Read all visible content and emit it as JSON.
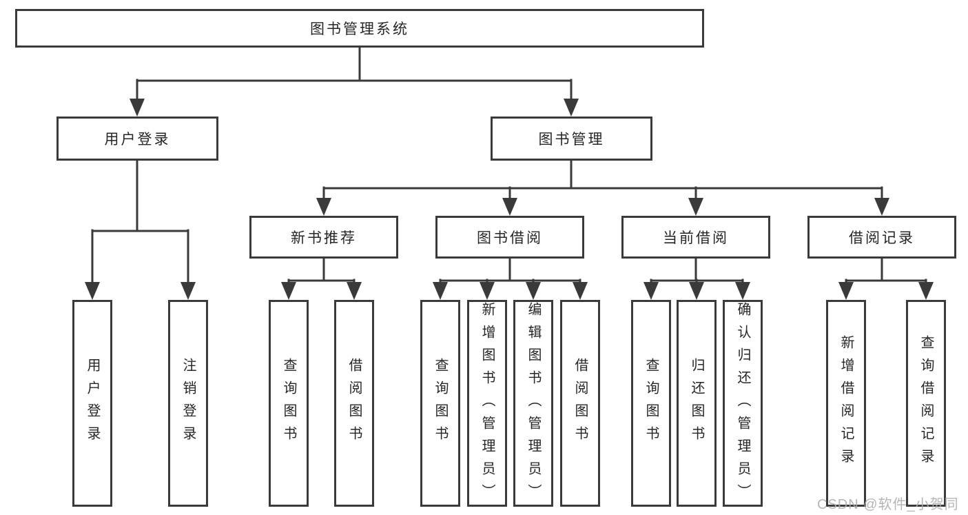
{
  "diagram": {
    "root": {
      "label": "图书管理系统"
    },
    "level2": [
      {
        "id": "user-login",
        "label": "用户登录"
      },
      {
        "id": "book-management",
        "label": "图书管理"
      }
    ],
    "level3": [
      {
        "id": "new-book-recommend",
        "label": "新书推荐"
      },
      {
        "id": "book-borrowing",
        "label": "图书借阅"
      },
      {
        "id": "current-borrowing",
        "label": "当前借阅"
      },
      {
        "id": "borrowing-records",
        "label": "借阅记录"
      }
    ],
    "leaves": [
      {
        "id": "user-login",
        "label": "用户登录"
      },
      {
        "id": "logout",
        "label": "注销登录"
      },
      {
        "id": "recommend-query-books",
        "label": "查询图书"
      },
      {
        "id": "recommend-borrow-books",
        "label": "借阅图书"
      },
      {
        "id": "borrowing-query-books",
        "label": "查询图书"
      },
      {
        "id": "borrowing-add-books-admin",
        "label": "新增图书（管理员）"
      },
      {
        "id": "borrowing-edit-books-admin",
        "label": "编辑图书（管理员）"
      },
      {
        "id": "borrowing-borrow-books",
        "label": "借阅图书"
      },
      {
        "id": "current-query-books",
        "label": "查询图书"
      },
      {
        "id": "current-return-books",
        "label": "归还图书"
      },
      {
        "id": "current-confirm-return-admin",
        "label": "确认归还（管理员）"
      },
      {
        "id": "records-add-record",
        "label": "新增借阅记录"
      },
      {
        "id": "records-query-record",
        "label": "查询借阅记录"
      }
    ]
  },
  "watermark": {
    "text": "CSDN @软件_小贺同学"
  },
  "colors": {
    "line": "#3a3a3a",
    "text": "#262626",
    "background": "#ffffff",
    "watermark": "#aeaeae"
  }
}
